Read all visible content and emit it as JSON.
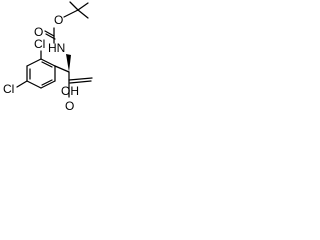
{
  "molecule": {
    "atom_labels": {
      "o_ether": "O",
      "o_carbonyl": "O",
      "nh": "HN",
      "cl_upper": "Cl",
      "cl_lower": "Cl",
      "oh": "OH",
      "o_acid": "O"
    },
    "bond_color": "#000000",
    "text_color": "#000000"
  }
}
